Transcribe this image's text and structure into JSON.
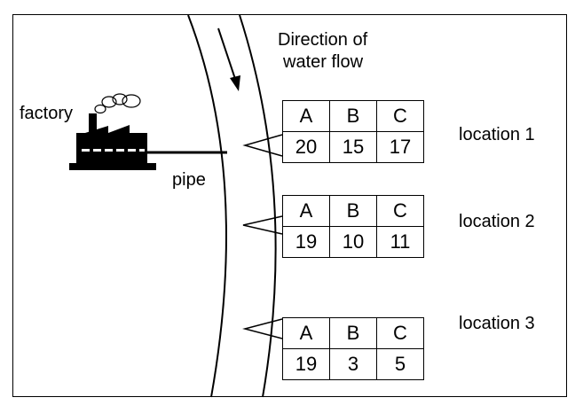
{
  "flow_label": [
    "Direction of",
    "water flow"
  ],
  "factory_label": "factory",
  "pipe_label": "pipe",
  "columns": [
    "A",
    "B",
    "C"
  ],
  "locations": [
    {
      "label": "location 1",
      "values": [
        "20",
        "15",
        "17"
      ]
    },
    {
      "label": "location 2",
      "values": [
        "19",
        "10",
        "11"
      ]
    },
    {
      "label": "location 3",
      "values": [
        "19",
        "3",
        "5"
      ]
    }
  ]
}
